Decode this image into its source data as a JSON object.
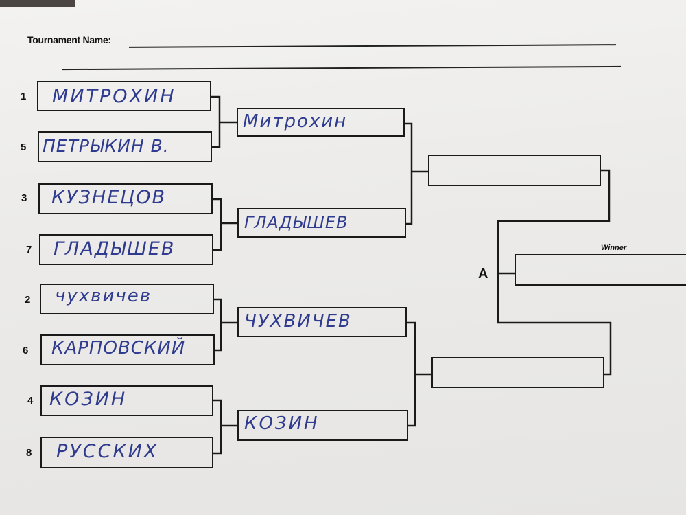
{
  "form": {
    "tournament_name_label": "Tournament Name:",
    "winner_label": "Winner",
    "bracket_label": "A"
  },
  "round1": [
    {
      "seed": "1",
      "name": "МИТРОХИН"
    },
    {
      "seed": "5",
      "name": "ПЕТРЫКИН В."
    },
    {
      "seed": "3",
      "name": "КУЗНЕЦОВ"
    },
    {
      "seed": "7",
      "name": "ГЛАДЫШЕВ"
    },
    {
      "seed": "2",
      "name": "чухвичев"
    },
    {
      "seed": "6",
      "name": "КАРПОВСКИЙ"
    },
    {
      "seed": "4",
      "name": "КОЗИН"
    },
    {
      "seed": "8",
      "name": "РУССКИХ"
    }
  ],
  "round2": [
    {
      "name": "Митрохин"
    },
    {
      "name": "ГЛАДЫШЕВ"
    },
    {
      "name": "ЧУХВИЧЕВ"
    },
    {
      "name": "КОЗИН"
    }
  ],
  "colors": {
    "ink": "#2f3b8f",
    "print": "#1a1a1a"
  }
}
